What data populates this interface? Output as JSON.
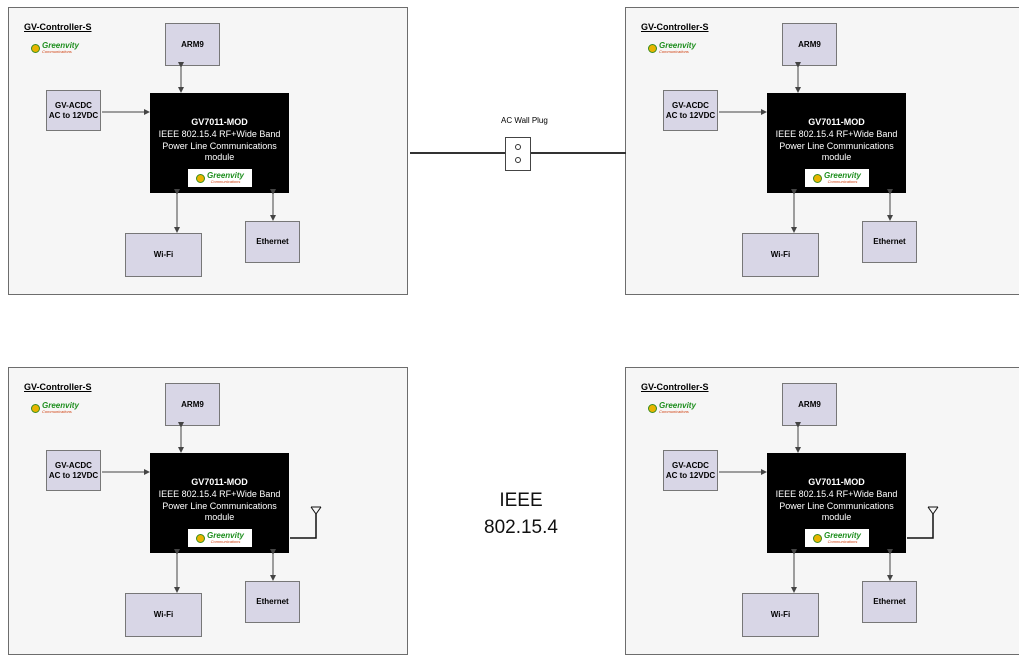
{
  "plug": {
    "label": "AC Wall Plug"
  },
  "wireless": {
    "line1": "IEEE",
    "line2": "802.15.4"
  },
  "panels": [
    {
      "title": "GV-Controller-S",
      "logo": {
        "name": "Greenvity",
        "sub": "Communications"
      },
      "arm": "ARM9",
      "acdc": [
        "GV-ACDC",
        "AC to 12VDC"
      ],
      "module": {
        "title": "GV7011-MOD",
        "desc": "IEEE 802.15.4 RF+Wide Band Power Line Communications module"
      },
      "wifi": "Wi-Fi",
      "ethernet": "Ethernet",
      "antenna": false
    },
    {
      "title": "GV-Controller-S",
      "logo": {
        "name": "Greenvity",
        "sub": "Communications"
      },
      "arm": "ARM9",
      "acdc": [
        "GV-ACDC",
        "AC to 12VDC"
      ],
      "module": {
        "title": "GV7011-MOD",
        "desc": "IEEE 802.15.4 RF+Wide Band Power Line Communications module"
      },
      "wifi": "Wi-Fi",
      "ethernet": "Ethernet",
      "antenna": false
    },
    {
      "title": "GV-Controller-S",
      "logo": {
        "name": "Greenvity",
        "sub": "Communications"
      },
      "arm": "ARM9",
      "acdc": [
        "GV-ACDC",
        "AC to 12VDC"
      ],
      "module": {
        "title": "GV7011-MOD",
        "desc": "IEEE 802.15.4 RF+Wide Band Power Line Communications module"
      },
      "wifi": "Wi-Fi",
      "ethernet": "Ethernet",
      "antenna": true
    },
    {
      "title": "GV-Controller-S",
      "logo": {
        "name": "Greenvity",
        "sub": "Communications"
      },
      "arm": "ARM9",
      "acdc": [
        "GV-ACDC",
        "AC to 12VDC"
      ],
      "module": {
        "title": "GV7011-MOD",
        "desc": "IEEE 802.15.4 RF+Wide Band Power Line Communications module"
      },
      "wifi": "Wi-Fi",
      "ethernet": "Ethernet",
      "antenna": true
    }
  ]
}
